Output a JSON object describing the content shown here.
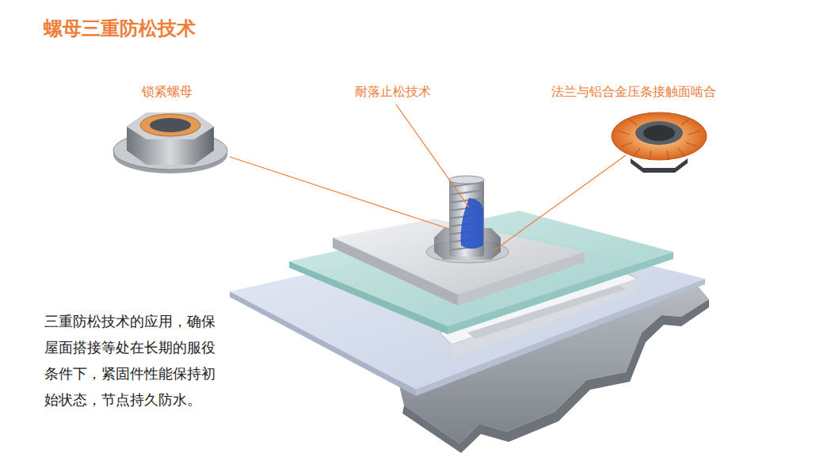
{
  "diagram": {
    "title": "螺母三重防松技术",
    "labels": [
      "锁紧螺母",
      "耐落止松技术",
      "法兰与铝合金压条接触面啮合",
      "三重防松技术的应用，确保屋面搭接等处在长期的服役条件下，紧固件性能保持初始状态，节点持久防水。"
    ]
  }
}
